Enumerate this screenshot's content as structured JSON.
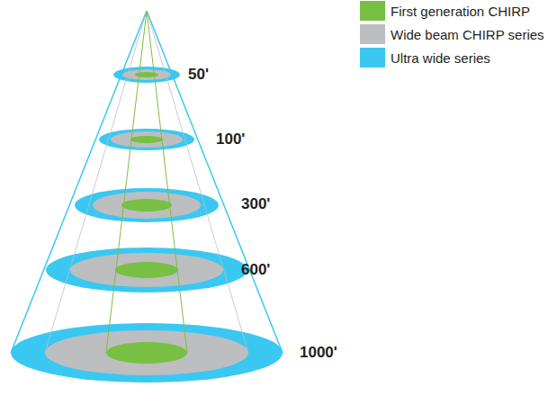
{
  "diagram": {
    "labels": [
      "50'",
      "100'",
      "300'",
      "600'",
      "1000'"
    ],
    "legend": [
      {
        "text": "First generation CHIRP",
        "color": "#78c043"
      },
      {
        "text": "Wide beam CHIRP series",
        "color": "#bdbec0"
      },
      {
        "text": "Ultra wide series",
        "color": "#3ac8f2"
      }
    ]
  }
}
